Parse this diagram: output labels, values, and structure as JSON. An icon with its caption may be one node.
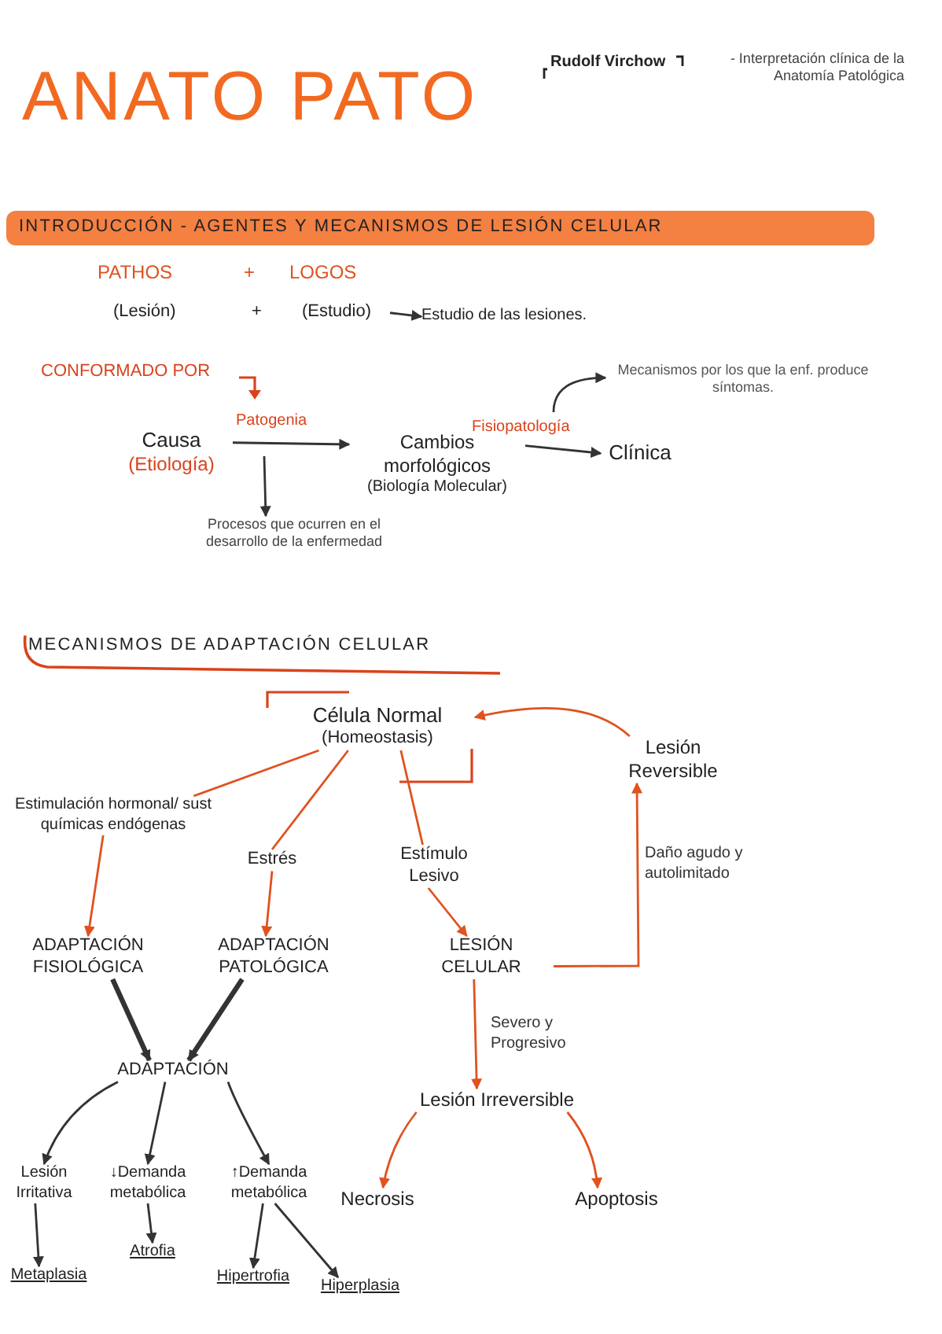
{
  "diagram": {
    "title": "ANATO PATO",
    "nodes": [
      {
        "text": [
          "(Estudio)"
        ]
      },
      {
        "text": [
          "Estudio de las lesiones."
        ]
      },
      {
        "text": [
          "Causa",
          "(Etiología)"
        ]
      },
      {
        "text": [
          "Cambios morfológicos",
          "(Biología Molecular)"
        ]
      },
      {
        "text": [
          "Clínica"
        ]
      },
      {
        "text": [
          "Mecanismos por los que la enf. produce síntomas."
        ]
      },
      {
        "text": [
          "Procesos que ocurren en el desarrollo de la enfermedad"
        ]
      },
      {
        "text": [
          "Célula Normal",
          "(Homeostasis)"
        ]
      },
      {
        "text": [
          "Lesión Reversible"
        ]
      },
      {
        "text": [
          "Estimulación hormonal/ sust químicas endógenas"
        ]
      },
      {
        "text": [
          "Estrés"
        ]
      },
      {
        "text": [
          "Estímulo Lesivo"
        ]
      },
      {
        "text": [
          "ADAPTACIÓN FISIOLÓGICA"
        ]
      },
      {
        "text": [
          "ADAPTACIÓN PATOLÓGICA"
        ]
      },
      {
        "text": [
          "LESIÓN CELULAR"
        ]
      },
      {
        "text": [
          "ADAPTACIÓN"
        ]
      },
      {
        "text": [
          "Lesión Irreversible"
        ]
      },
      {
        "text": [
          "Lesión Irritativa"
        ]
      },
      {
        "text": [
          "↓Demanda metabólica"
        ]
      },
      {
        "text": [
          "↑Demanda metabólica"
        ]
      },
      {
        "text": [
          "Necrosis"
        ]
      },
      {
        "text": [
          "Apoptosis"
        ]
      },
      {
        "text": [
          "Metaplasia"
        ]
      },
      {
        "text": [
          "Atrofia"
        ]
      },
      {
        "text": [
          "Hipertrofia"
        ]
      },
      {
        "text": [
          "Hiperplasia"
        ]
      }
    ],
    "edges": [
      {
        "from": 0,
        "to": 1,
        "arrow": "to"
      },
      {
        "from": 2,
        "to": 3,
        "arrow": "to",
        "label": "Patogenia"
      },
      {
        "from": 3,
        "to": 4,
        "arrow": "to",
        "label": "Fisiopatología"
      },
      {
        "from": null,
        "to": 6,
        "arrow": "to"
      },
      {
        "from": null,
        "to": 5,
        "arrow": "to"
      },
      {
        "from": 7,
        "to": 9,
        "arrow": "none",
        "color": "#e0521f"
      },
      {
        "from": 7,
        "to": 10,
        "arrow": "none",
        "color": "#e0521f"
      },
      {
        "from": 7,
        "to": 11,
        "arrow": "none",
        "color": "#e0521f"
      },
      {
        "from": 9,
        "to": 12,
        "arrow": "to",
        "color": "#e0521f"
      },
      {
        "from": 10,
        "to": 13,
        "arrow": "to",
        "color": "#e0521f"
      },
      {
        "from": 11,
        "to": 14,
        "arrow": "to",
        "color": "#e0521f"
      },
      {
        "from": 14,
        "to": 8,
        "arrow": "to",
        "label": "Daño agudo y autolimitado",
        "color": "#e0521f"
      },
      {
        "from": 8,
        "to": 7,
        "arrow": "to",
        "color": "#e0521f"
      },
      {
        "from": 14,
        "to": 16,
        "arrow": "to",
        "label": "Severo y Progresivo",
        "color": "#e0521f"
      },
      {
        "from": 12,
        "to": 15,
        "arrow": "to",
        "style": "thick"
      },
      {
        "from": 13,
        "to": 15,
        "arrow": "to",
        "style": "thick"
      },
      {
        "from": 15,
        "to": 17,
        "arrow": "to"
      },
      {
        "from": 15,
        "to": 18,
        "arrow": "to"
      },
      {
        "from": 15,
        "to": 19,
        "arrow": "to"
      },
      {
        "from": 17,
        "to": 22,
        "arrow": "to"
      },
      {
        "from": 18,
        "to": 23,
        "arrow": "to"
      },
      {
        "from": 19,
        "to": 24,
        "arrow": "to"
      },
      {
        "from": 19,
        "to": 25,
        "arrow": "to"
      },
      {
        "from": 16,
        "to": 20,
        "arrow": "to",
        "color": "#e0521f"
      },
      {
        "from": 16,
        "to": 21,
        "arrow": "to",
        "color": "#e0521f"
      }
    ],
    "labels": [
      "Rudolf Virchow",
      "- Interpretación clínica de la Anatomía Patológica",
      "INTRODUCCIÓN - AGENTES Y MECANISMOS DE LESIÓN CELULAR",
      "PATHOS",
      "+",
      "LOGOS",
      "(Lesión)",
      "+",
      "CONFORMADO POR",
      "MECANISMOS DE ADAPTACIÓN CELULAR"
    ]
  }
}
